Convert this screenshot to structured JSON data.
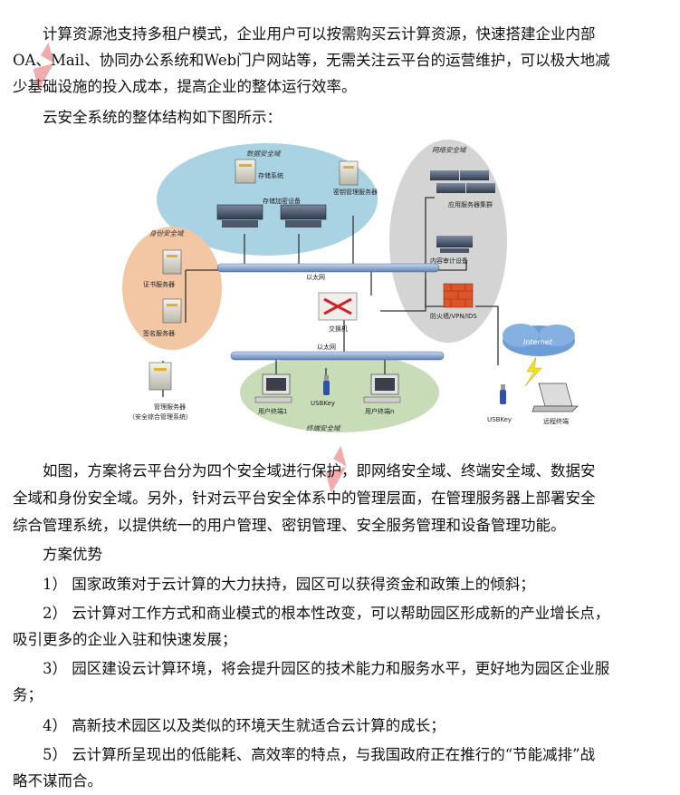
{
  "intro": {
    "line1": "计算资源池支持多租户模式，企业用户可以按需购买云计算资源，快速搭建企业内部",
    "line2": "OA、Mail、协同办公系统和Web门户网站等，无需关注云平台的运营维护，可以极大地减",
    "line3": "少基础设施的投入成本，提高企业的整体运行效率。"
  },
  "caption": "云安全系统的整体结构如下图所示：",
  "diagram": {
    "zones": {
      "data": "数据安全域",
      "network": "网络安全域",
      "identity": "身份安全域",
      "terminal": "终端安全域"
    },
    "nodes": {
      "storage_system": "存储系统",
      "storage_encrypt": "存储加密设备",
      "key_server": "密钥管理服务器",
      "app_servers": "应用服务器集群",
      "audit": "内容审计设备",
      "firewall": "防火墙/VPN/IDS",
      "cert": "证书服务器",
      "sign": "签名服务器",
      "switch": "交换机",
      "internet": "Internet",
      "mgmt_server": "管理服务器",
      "mgmt_system": "（安全综合管理系统）",
      "usbkey_a": "USBKey",
      "usbkey_b": "USBKey",
      "terminal1": "用户终端1",
      "terminaln": "用户终端n",
      "remote": "远程终端",
      "bus1": "以太网",
      "bus2": "以太网"
    }
  },
  "body": {
    "p1_line1": "如图，方案将云平台分为四个安全域进行保护，即网络安全域、终端安全域、数据安",
    "p1_line2": "全域和身份安全域。另外，针对云平台安全体系中的管理层面，在管理服务器上部署安全",
    "p1_line3": "综合管理系统，以提供统一的用户管理、密钥管理、安全服务管理和设备管理功能。",
    "advantages_title": "方案优势",
    "item1": "1） 国家政策对于云计算的大力扶持，园区可以获得资金和政策上的倾斜；",
    "item2": "2） 云计算对工作方式和商业模式的根本性改变，可以帮助园区形成新的产业增长点，",
    "item2_cont": "吸引更多的企业入驻和快速发展；",
    "item3": "3） 园区建设云计算环境，将会提升园区的技术能力和服务水平，更好地为园区企业服",
    "item3_cont": "务；",
    "item4": "4） 高新技术园区以及类似的环境天生就适合云计算的成长；",
    "item5": "5） 云计算所呈现出的低能耗、高效率的特点，与我国政府正在推行的“节能减排”战",
    "item5_cont": "略不谋而合。"
  },
  "colors": {
    "data_zone": "#a9d3e2",
    "network_zone": "#d4d4d4",
    "identity_zone": "#f3c6a4",
    "terminal_zone": "#c8dcb8",
    "bus": "#7a9cc8",
    "firewall": "#e0542a",
    "stamp": "#e04848"
  }
}
